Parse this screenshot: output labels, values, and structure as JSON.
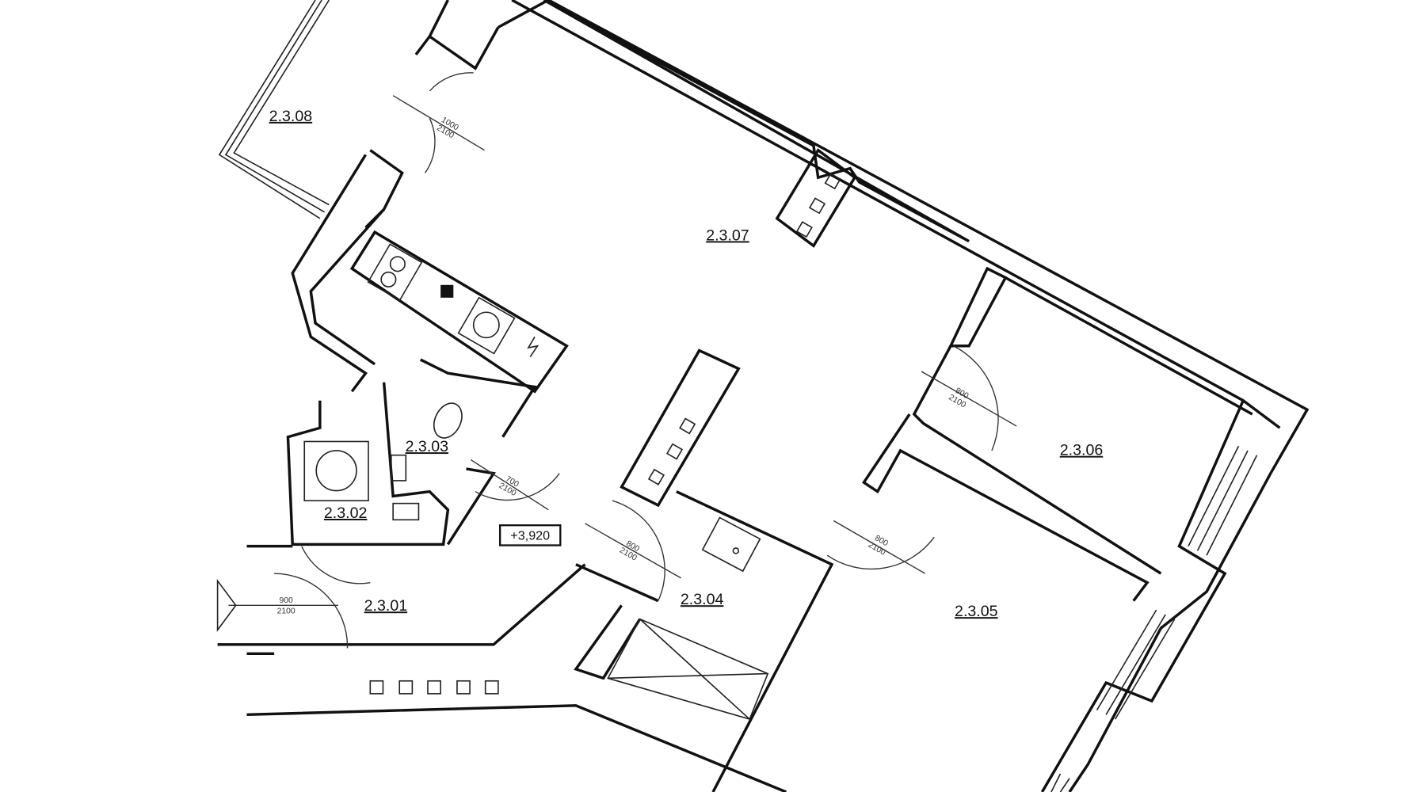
{
  "rooms": {
    "r0208": "2.3.08",
    "r0207": "2.3.07",
    "r0206": "2.3.06",
    "r0205": "2.3.05",
    "r0204": "2.3.04",
    "r0203": "2.3.03",
    "r0202": "2.3.02",
    "r0201": "2.3.01"
  },
  "level_mark": "+3,920",
  "doors": {
    "d08_w": "1000",
    "d08_h": "2100",
    "d06_w": "800",
    "d06_h": "2100",
    "d05_w": "800",
    "d05_h": "2100",
    "d04_w": "800",
    "d04_h": "2100",
    "d03_w": "700",
    "d03_h": "2100",
    "d01_w": "900",
    "d01_h": "2100"
  }
}
